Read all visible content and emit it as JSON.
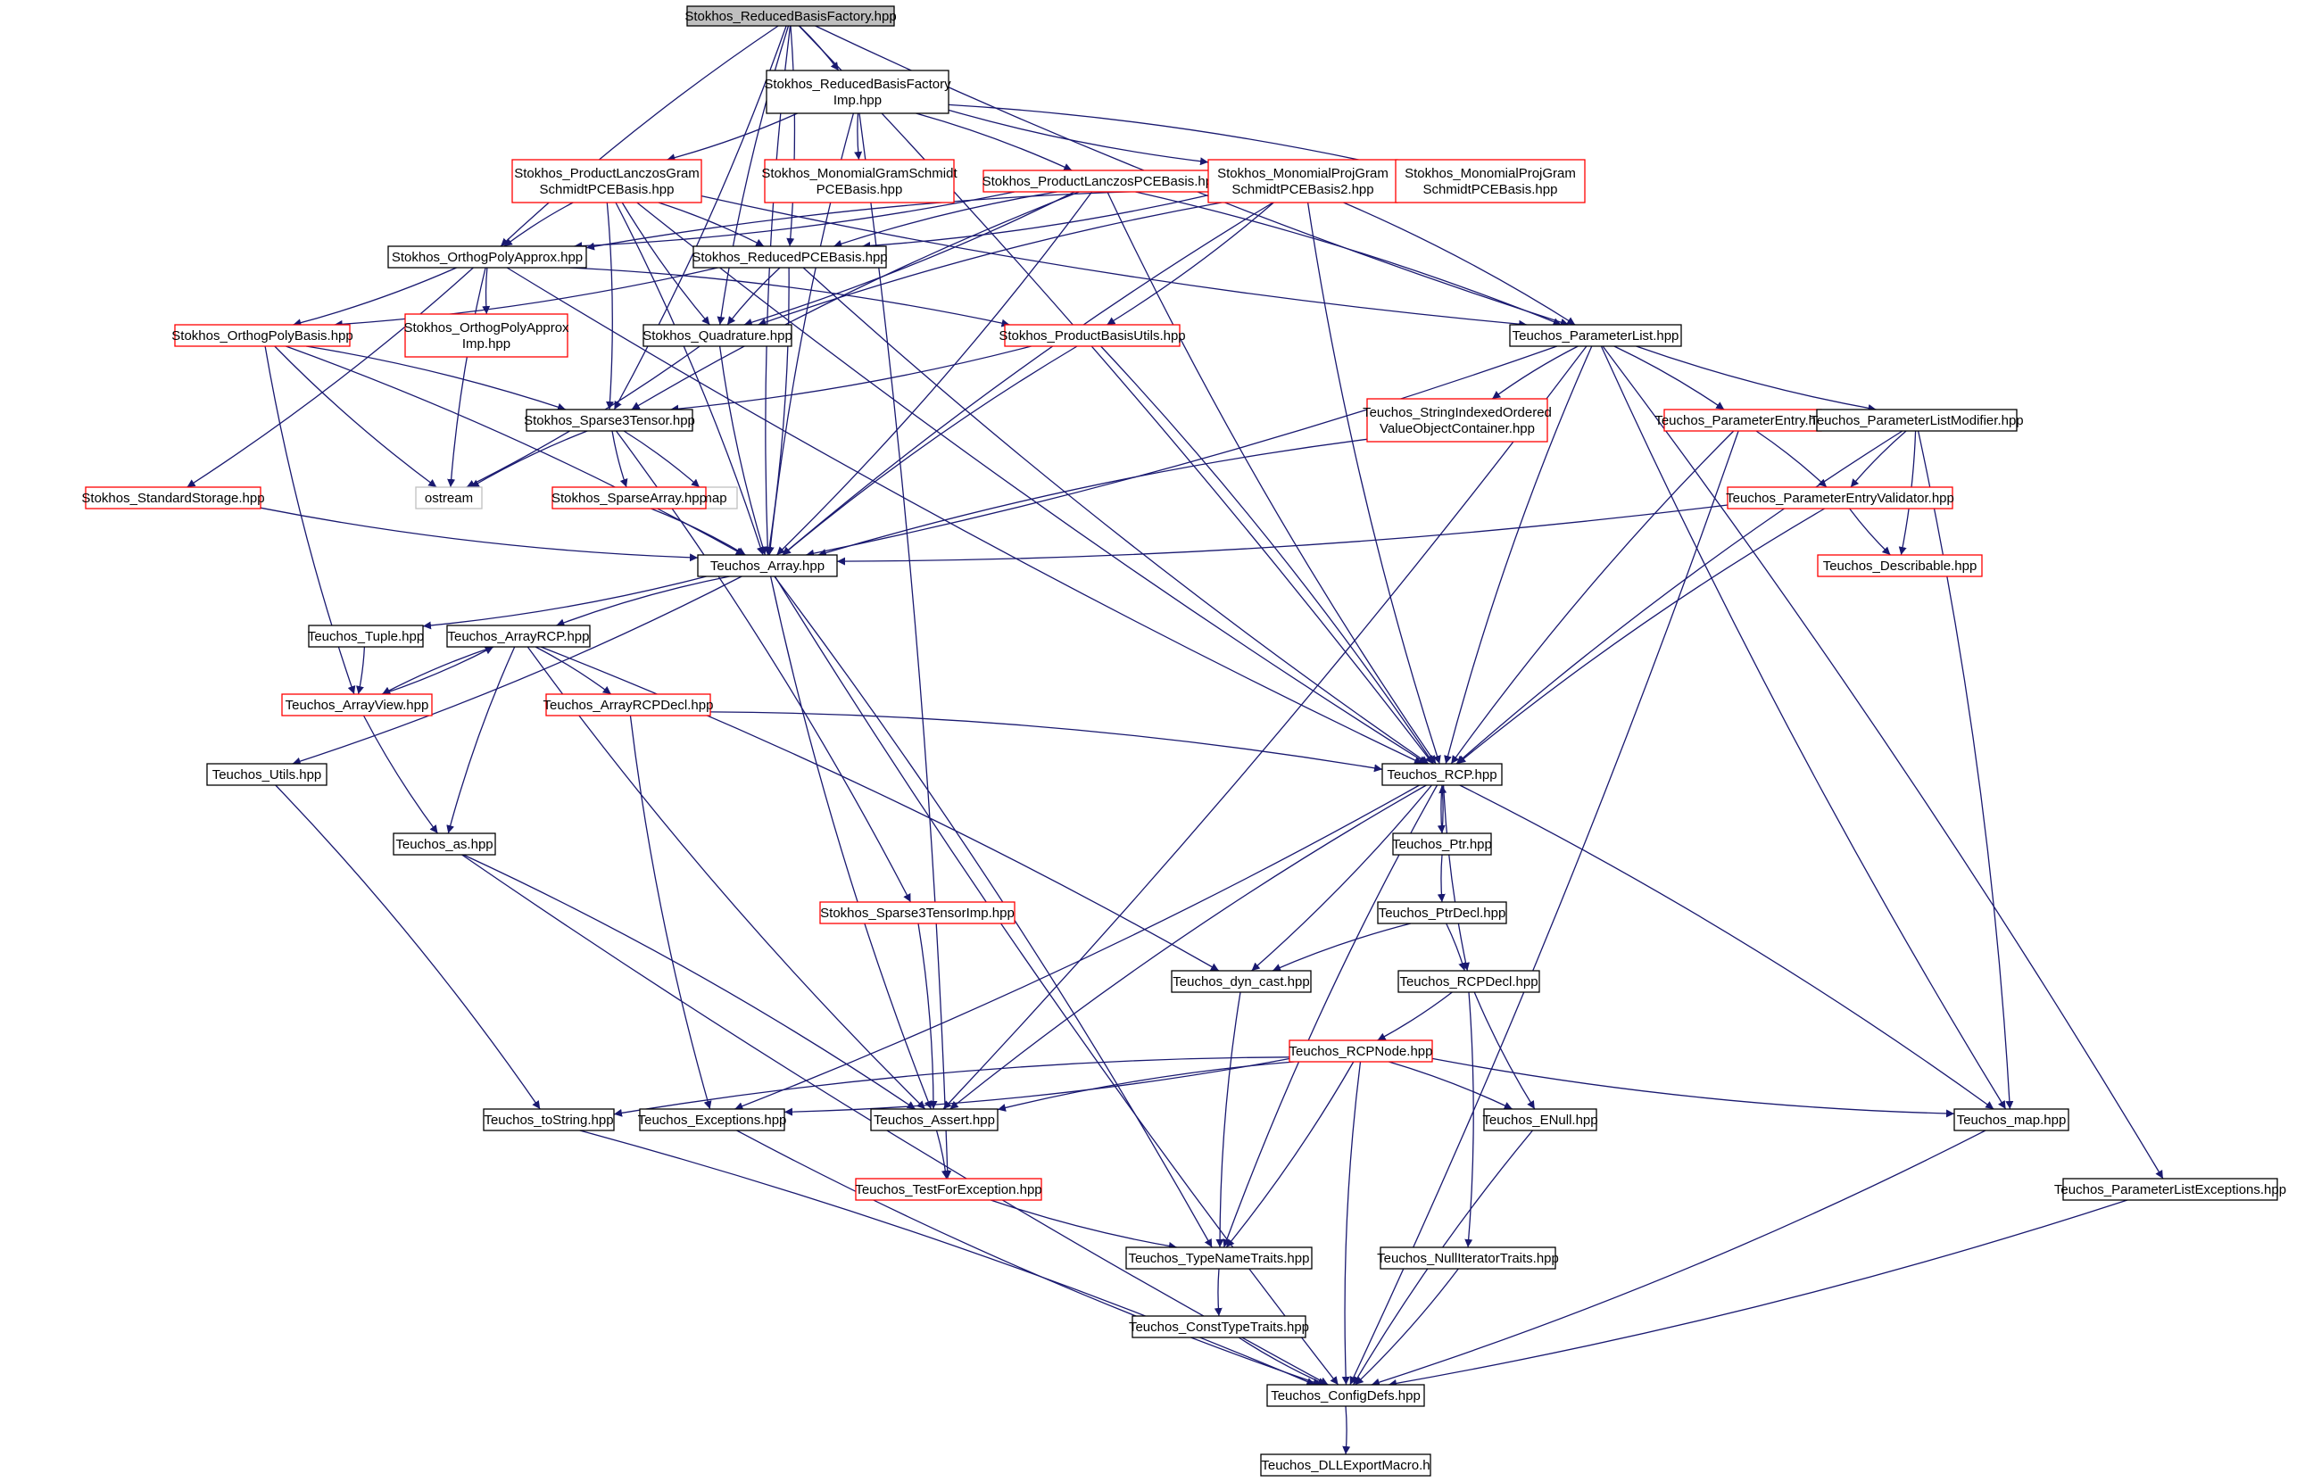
{
  "colors": {
    "edge": "#191970",
    "node_border_normal": "#000000",
    "node_border_truncated": "#ff0000",
    "node_border_external": "#bfbfbf",
    "root_fill": "#bfbfbf",
    "text": "#000000"
  },
  "nodes": [
    {
      "id": "n01",
      "label": [
        "Stokhos_ReducedBasisFactory.hpp"
      ],
      "kind": "root"
    },
    {
      "id": "n02",
      "label": [
        "Stokhos_ReducedBasisFactory",
        "Imp.hpp"
      ],
      "kind": "normal"
    },
    {
      "id": "n03",
      "label": [
        "Stokhos_ProductLanczosGram",
        "SchmidtPCEBasis.hpp"
      ],
      "kind": "truncated"
    },
    {
      "id": "n04",
      "label": [
        "Stokhos_MonomialGramSchmidt",
        "PCEBasis.hpp"
      ],
      "kind": "truncated"
    },
    {
      "id": "n05",
      "label": [
        "Stokhos_ProductLanczosPCEBasis.hpp"
      ],
      "kind": "truncated"
    },
    {
      "id": "n06",
      "label": [
        "Stokhos_MonomialProjGram",
        "SchmidtPCEBasis2.hpp"
      ],
      "kind": "truncated"
    },
    {
      "id": "n07",
      "label": [
        "Stokhos_MonomialProjGram",
        "SchmidtPCEBasis.hpp"
      ],
      "kind": "truncated"
    },
    {
      "id": "n08",
      "label": [
        "Stokhos_OrthogPolyApprox.hpp"
      ],
      "kind": "normal"
    },
    {
      "id": "n09",
      "label": [
        "Stokhos_ReducedPCEBasis.hpp"
      ],
      "kind": "normal"
    },
    {
      "id": "n10",
      "label": [
        "Stokhos_OrthogPolyBasis.hpp"
      ],
      "kind": "truncated"
    },
    {
      "id": "n11",
      "label": [
        "Stokhos_OrthogPolyApprox",
        "Imp.hpp"
      ],
      "kind": "truncated"
    },
    {
      "id": "n12",
      "label": [
        "Stokhos_Quadrature.hpp"
      ],
      "kind": "normal"
    },
    {
      "id": "n13",
      "label": [
        "Stokhos_ProductBasisUtils.hpp"
      ],
      "kind": "truncated"
    },
    {
      "id": "n14",
      "label": [
        "Teuchos_ParameterList.hpp"
      ],
      "kind": "normal"
    },
    {
      "id": "n15",
      "label": [
        "Stokhos_Sparse3Tensor.hpp"
      ],
      "kind": "normal"
    },
    {
      "id": "n16",
      "label": [
        "ostream"
      ],
      "kind": "external"
    },
    {
      "id": "n17",
      "label": [
        "map"
      ],
      "kind": "external"
    },
    {
      "id": "n18",
      "label": [
        "Stokhos_StandardStorage.hpp"
      ],
      "kind": "truncated"
    },
    {
      "id": "n19",
      "label": [
        "Stokhos_SparseArray.hpp"
      ],
      "kind": "truncated"
    },
    {
      "id": "n20",
      "label": [
        "Teuchos_StringIndexedOrdered",
        "ValueObjectContainer.hpp"
      ],
      "kind": "truncated"
    },
    {
      "id": "n21",
      "label": [
        "Teuchos_ParameterEntry.hpp"
      ],
      "kind": "truncated"
    },
    {
      "id": "n22",
      "label": [
        "Teuchos_ParameterListModifier.hpp"
      ],
      "kind": "normal"
    },
    {
      "id": "n23",
      "label": [
        "Teuchos_ParameterEntryValidator.hpp"
      ],
      "kind": "truncated"
    },
    {
      "id": "n24",
      "label": [
        "Teuchos_Describable.hpp"
      ],
      "kind": "truncated"
    },
    {
      "id": "n25",
      "label": [
        "Teuchos_Array.hpp"
      ],
      "kind": "normal"
    },
    {
      "id": "n26",
      "label": [
        "Teuchos_Tuple.hpp"
      ],
      "kind": "normal"
    },
    {
      "id": "n27",
      "label": [
        "Teuchos_ArrayRCP.hpp"
      ],
      "kind": "normal"
    },
    {
      "id": "n28",
      "label": [
        "Teuchos_ArrayView.hpp"
      ],
      "kind": "truncated"
    },
    {
      "id": "n29",
      "label": [
        "Teuchos_ArrayRCPDecl.hpp"
      ],
      "kind": "truncated"
    },
    {
      "id": "n30",
      "label": [
        "Teuchos_Utils.hpp"
      ],
      "kind": "normal"
    },
    {
      "id": "n31",
      "label": [
        "Teuchos_RCP.hpp"
      ],
      "kind": "normal"
    },
    {
      "id": "n32",
      "label": [
        "Teuchos_as.hpp"
      ],
      "kind": "normal"
    },
    {
      "id": "n33",
      "label": [
        "Teuchos_Ptr.hpp"
      ],
      "kind": "normal"
    },
    {
      "id": "n34",
      "label": [
        "Stokhos_Sparse3TensorImp.hpp"
      ],
      "kind": "truncated"
    },
    {
      "id": "n35",
      "label": [
        "Teuchos_PtrDecl.hpp"
      ],
      "kind": "normal"
    },
    {
      "id": "n36",
      "label": [
        "Teuchos_dyn_cast.hpp"
      ],
      "kind": "normal"
    },
    {
      "id": "n37",
      "label": [
        "Teuchos_RCPDecl.hpp"
      ],
      "kind": "normal"
    },
    {
      "id": "n38",
      "label": [
        "Teuchos_RCPNode.hpp"
      ],
      "kind": "truncated"
    },
    {
      "id": "n39",
      "label": [
        "Teuchos_toString.hpp"
      ],
      "kind": "normal"
    },
    {
      "id": "n40",
      "label": [
        "Teuchos_Exceptions.hpp"
      ],
      "kind": "normal"
    },
    {
      "id": "n41",
      "label": [
        "Teuchos_Assert.hpp"
      ],
      "kind": "normal"
    },
    {
      "id": "n42",
      "label": [
        "Teuchos_ENull.hpp"
      ],
      "kind": "normal"
    },
    {
      "id": "n43",
      "label": [
        "Teuchos_map.hpp"
      ],
      "kind": "normal"
    },
    {
      "id": "n44",
      "label": [
        "Teuchos_TestForException.hpp"
      ],
      "kind": "truncated"
    },
    {
      "id": "n45",
      "label": [
        "Teuchos_ParameterListExceptions.hpp"
      ],
      "kind": "normal"
    },
    {
      "id": "n46",
      "label": [
        "Teuchos_TypeNameTraits.hpp"
      ],
      "kind": "normal"
    },
    {
      "id": "n47",
      "label": [
        "Teuchos_NullIteratorTraits.hpp"
      ],
      "kind": "normal"
    },
    {
      "id": "n48",
      "label": [
        "Teuchos_ConstTypeTraits.hpp"
      ],
      "kind": "normal"
    },
    {
      "id": "n49",
      "label": [
        "Teuchos_ConfigDefs.hpp"
      ],
      "kind": "normal"
    },
    {
      "id": "n50",
      "label": [
        "Teuchos_DLLExportMacro.h"
      ],
      "kind": "normal"
    }
  ],
  "edges": [
    [
      "n01",
      "n02"
    ],
    [
      "n01",
      "n08"
    ],
    [
      "n01",
      "n09"
    ],
    [
      "n01",
      "n12"
    ],
    [
      "n01",
      "n15"
    ],
    [
      "n01",
      "n14"
    ],
    [
      "n01",
      "n31"
    ],
    [
      "n01",
      "n25"
    ],
    [
      "n02",
      "n03"
    ],
    [
      "n02",
      "n04"
    ],
    [
      "n02",
      "n05"
    ],
    [
      "n02",
      "n06"
    ],
    [
      "n02",
      "n07"
    ],
    [
      "n02",
      "n25"
    ],
    [
      "n02",
      "n44"
    ],
    [
      "n03",
      "n08"
    ],
    [
      "n03",
      "n09"
    ],
    [
      "n03",
      "n12"
    ],
    [
      "n03",
      "n15"
    ],
    [
      "n03",
      "n14"
    ],
    [
      "n03",
      "n25"
    ],
    [
      "n03",
      "n31"
    ],
    [
      "n05",
      "n08"
    ],
    [
      "n05",
      "n09"
    ],
    [
      "n05",
      "n12"
    ],
    [
      "n05",
      "n15"
    ],
    [
      "n05",
      "n25"
    ],
    [
      "n05",
      "n31"
    ],
    [
      "n05",
      "n14"
    ],
    [
      "n06",
      "n08"
    ],
    [
      "n06",
      "n09"
    ],
    [
      "n06",
      "n12"
    ],
    [
      "n06",
      "n13"
    ],
    [
      "n06",
      "n25"
    ],
    [
      "n06",
      "n14"
    ],
    [
      "n06",
      "n31"
    ],
    [
      "n08",
      "n10"
    ],
    [
      "n08",
      "n11"
    ],
    [
      "n08",
      "n13"
    ],
    [
      "n08",
      "n16"
    ],
    [
      "n08",
      "n18"
    ],
    [
      "n08",
      "n31"
    ],
    [
      "n09",
      "n10"
    ],
    [
      "n09",
      "n12"
    ],
    [
      "n09",
      "n25"
    ],
    [
      "n09",
      "n31"
    ],
    [
      "n10",
      "n15"
    ],
    [
      "n10",
      "n16"
    ],
    [
      "n10",
      "n25"
    ],
    [
      "n10",
      "n28"
    ],
    [
      "n12",
      "n16"
    ],
    [
      "n12",
      "n25"
    ],
    [
      "n13",
      "n15"
    ],
    [
      "n13",
      "n25"
    ],
    [
      "n13",
      "n31"
    ],
    [
      "n14",
      "n20"
    ],
    [
      "n14",
      "n21"
    ],
    [
      "n14",
      "n22"
    ],
    [
      "n14",
      "n25"
    ],
    [
      "n14",
      "n31"
    ],
    [
      "n14",
      "n41"
    ],
    [
      "n14",
      "n43"
    ],
    [
      "n14",
      "n45"
    ],
    [
      "n15",
      "n16"
    ],
    [
      "n15",
      "n17"
    ],
    [
      "n15",
      "n19"
    ],
    [
      "n15",
      "n34"
    ],
    [
      "n18",
      "n25"
    ],
    [
      "n19",
      "n25"
    ],
    [
      "n20",
      "n25"
    ],
    [
      "n21",
      "n23"
    ],
    [
      "n21",
      "n31"
    ],
    [
      "n21",
      "n49"
    ],
    [
      "n22",
      "n23"
    ],
    [
      "n22",
      "n24"
    ],
    [
      "n22",
      "n31"
    ],
    [
      "n22",
      "n43"
    ],
    [
      "n23",
      "n24"
    ],
    [
      "n23",
      "n25"
    ],
    [
      "n23",
      "n31"
    ],
    [
      "n25",
      "n26"
    ],
    [
      "n25",
      "n27"
    ],
    [
      "n25",
      "n30"
    ],
    [
      "n25",
      "n41"
    ],
    [
      "n25",
      "n46"
    ],
    [
      "n25",
      "n49"
    ],
    [
      "n26",
      "n28"
    ],
    [
      "n27",
      "n28"
    ],
    [
      "n27",
      "n29"
    ],
    [
      "n27",
      "n32"
    ],
    [
      "n27",
      "n36"
    ],
    [
      "n27",
      "n41"
    ],
    [
      "n28",
      "n27"
    ],
    [
      "n28",
      "n32"
    ],
    [
      "n29",
      "n31"
    ],
    [
      "n29",
      "n40"
    ],
    [
      "n30",
      "n39"
    ],
    [
      "n31",
      "n33"
    ],
    [
      "n31",
      "n36"
    ],
    [
      "n31",
      "n37"
    ],
    [
      "n31",
      "n40"
    ],
    [
      "n31",
      "n41"
    ],
    [
      "n31",
      "n43"
    ],
    [
      "n31",
      "n46"
    ],
    [
      "n32",
      "n41"
    ],
    [
      "n32",
      "n49"
    ],
    [
      "n33",
      "n31"
    ],
    [
      "n33",
      "n35"
    ],
    [
      "n34",
      "n41"
    ],
    [
      "n35",
      "n36"
    ],
    [
      "n35",
      "n37"
    ],
    [
      "n36",
      "n46"
    ],
    [
      "n37",
      "n38"
    ],
    [
      "n37",
      "n42"
    ],
    [
      "n37",
      "n47"
    ],
    [
      "n38",
      "n39"
    ],
    [
      "n38",
      "n40"
    ],
    [
      "n38",
      "n41"
    ],
    [
      "n38",
      "n42"
    ],
    [
      "n38",
      "n43"
    ],
    [
      "n38",
      "n46"
    ],
    [
      "n38",
      "n49"
    ],
    [
      "n39",
      "n49"
    ],
    [
      "n40",
      "n49"
    ],
    [
      "n41",
      "n44"
    ],
    [
      "n42",
      "n49"
    ],
    [
      "n43",
      "n49"
    ],
    [
      "n44",
      "n46"
    ],
    [
      "n45",
      "n49"
    ],
    [
      "n46",
      "n48"
    ],
    [
      "n47",
      "n49"
    ],
    [
      "n48",
      "n49"
    ],
    [
      "n49",
      "n50"
    ]
  ]
}
